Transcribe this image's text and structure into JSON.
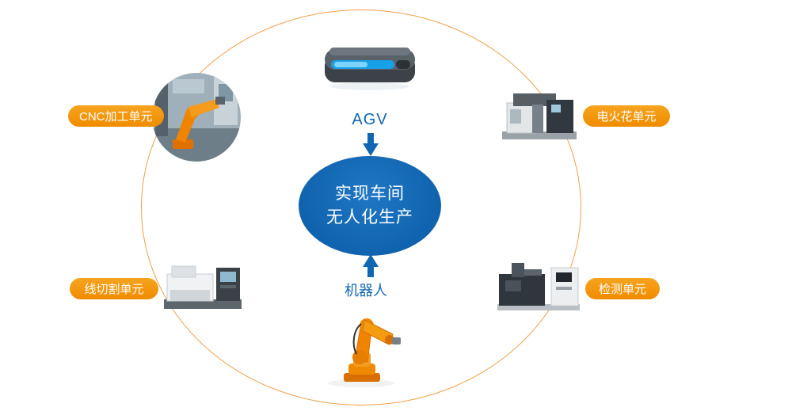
{
  "center_node": {
    "line1": "实现车间",
    "line2": "无人化生产"
  },
  "nodes": {
    "cnc": {
      "label": "CNC加工单元"
    },
    "edm": {
      "label": "电火花单元"
    },
    "wirecut": {
      "label": "线切割单元"
    },
    "inspection": {
      "label": "检测单元"
    },
    "agv": {
      "label": "AGV"
    },
    "robot": {
      "label": "机器人"
    }
  },
  "icons": {
    "arrow_down": "arrow-down",
    "arrow_up": "arrow-up"
  },
  "colors": {
    "orbit_stroke": "#f0a04a",
    "pill_orange": "#f39800",
    "center_blue": "#1166b3",
    "arrow_blue": "#1166b3",
    "robot_orange": "#f08300"
  }
}
